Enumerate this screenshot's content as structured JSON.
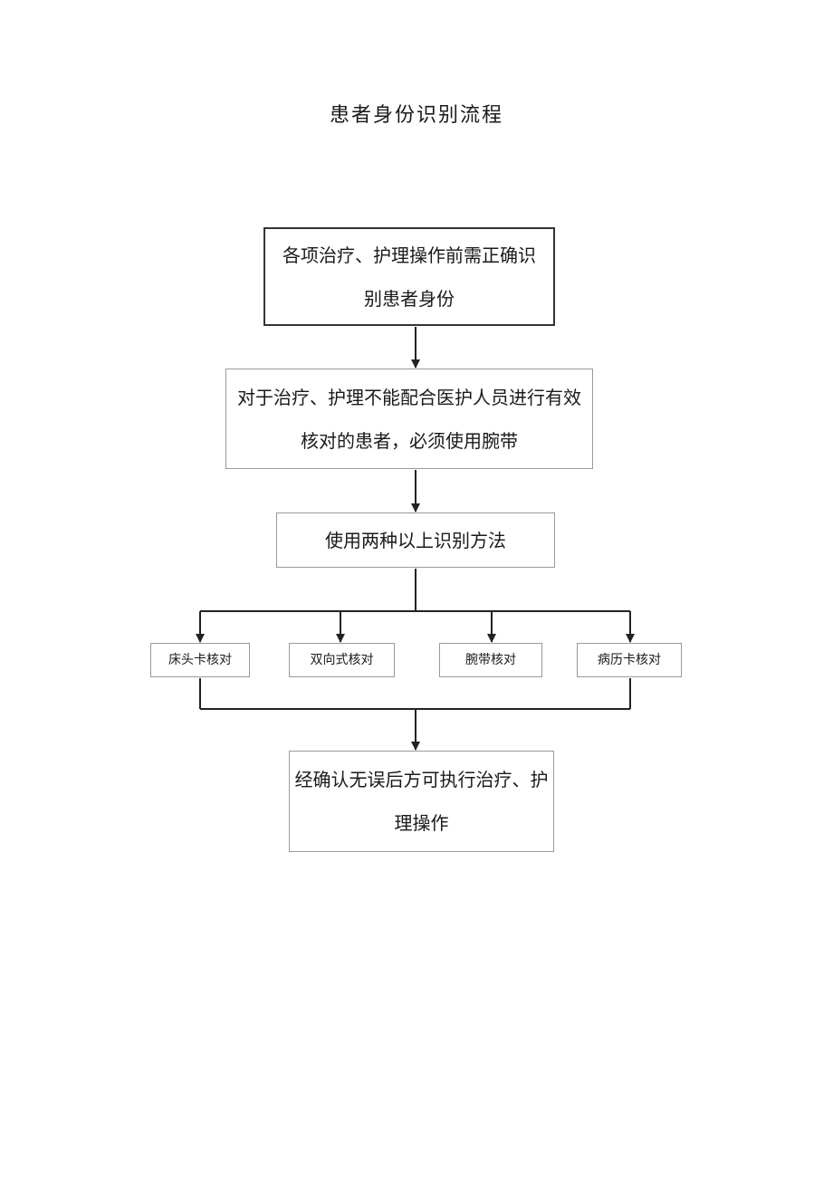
{
  "title": "患者身份识别流程",
  "steps": {
    "identify": "各项治疗、护理操作前需正确识别患者身份",
    "wristband_required": "对于治疗、护理不能配合医护人员进行有效核对的患者，必须使用腕带",
    "two_methods": "使用两种以上识别方法",
    "confirm": "经确认无误后方可执行治疗、护理操作"
  },
  "methods": [
    "床头卡核对",
    "双向式核对",
    "腕带核对",
    "病历卡核对"
  ]
}
